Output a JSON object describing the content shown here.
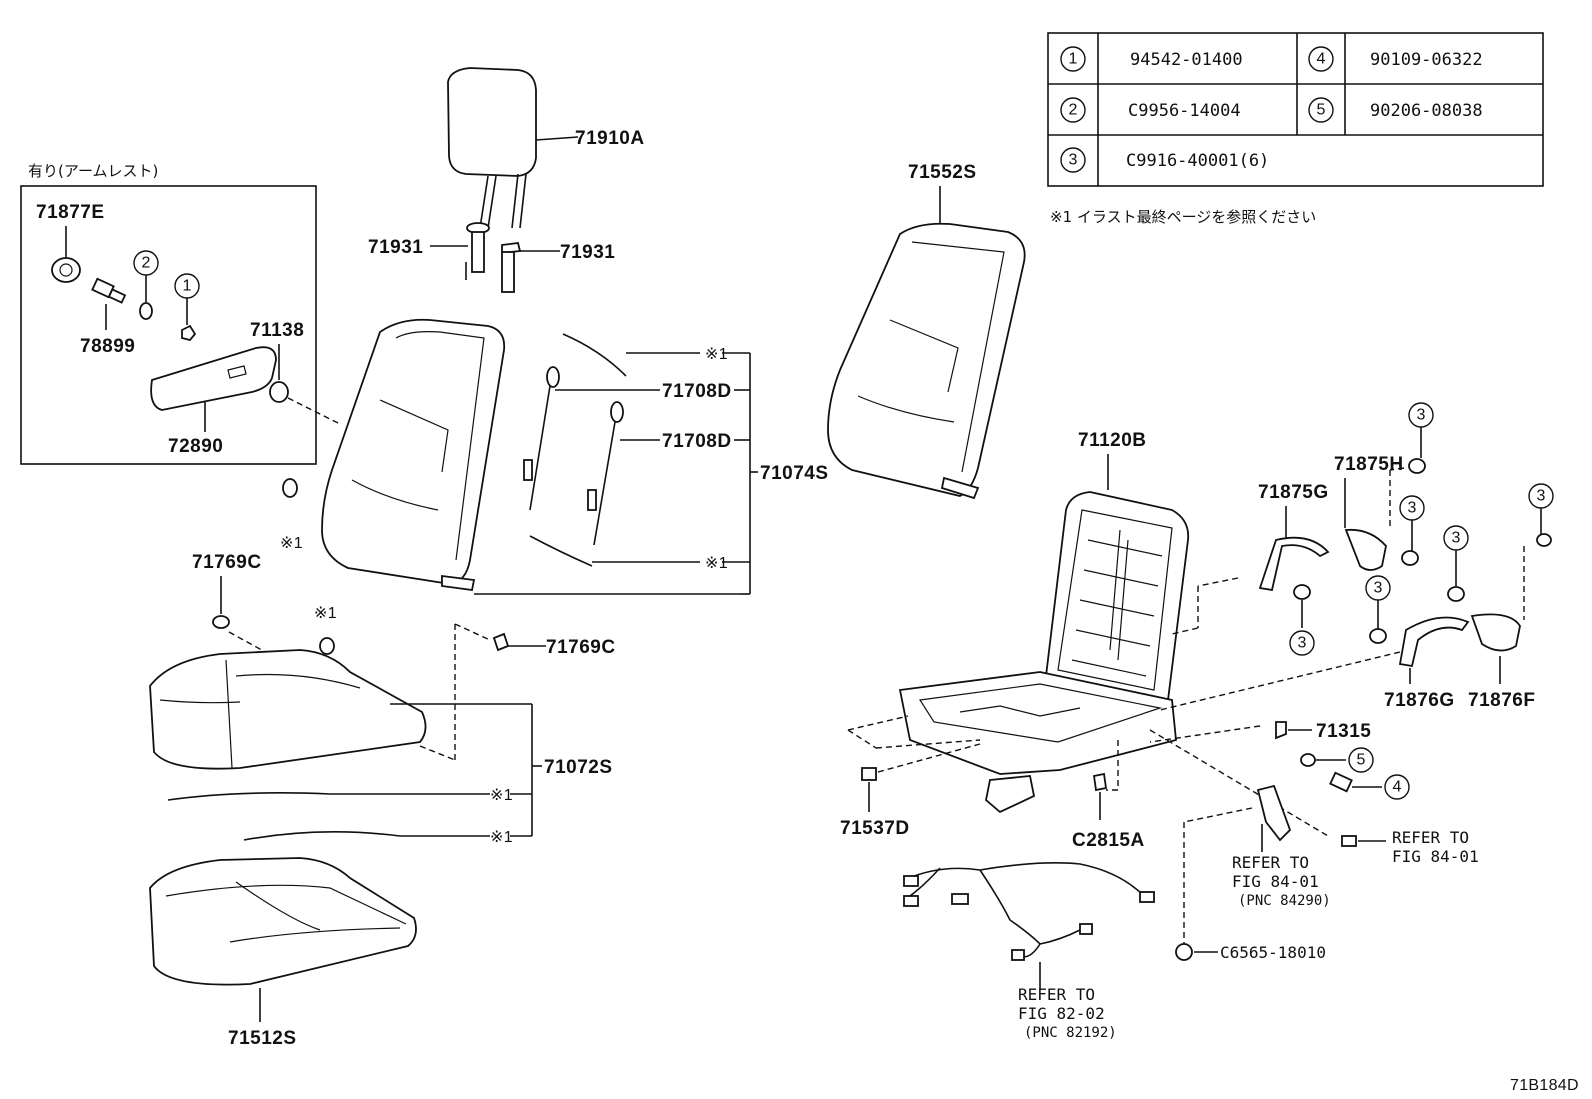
{
  "legend": {
    "rows": [
      {
        "num": "1",
        "part": "94542-01400"
      },
      {
        "num": "2",
        "part": "C9956-14004"
      },
      {
        "num": "3",
        "part": "C9916-40001(6)"
      },
      {
        "num": "4",
        "part": "90109-06322"
      },
      {
        "num": "5",
        "part": "90206-08038"
      }
    ],
    "note": "※1 イラスト最終ページを参照ください"
  },
  "armrest_box": {
    "title": "有り(アームレスト)"
  },
  "labels": {
    "p71910A": "71910A",
    "p71931a": "71931",
    "p71931b": "71931",
    "p71877E": "71877E",
    "p78899": "78899",
    "p71138": "71138",
    "p72890": "72890",
    "p71552S": "71552S",
    "p71708Da": "71708D",
    "p71708Db": "71708D",
    "p71074S": "71074S",
    "p71769Ca": "71769C",
    "p71769Cb": "71769C",
    "p71072S": "71072S",
    "p71512S": "71512S",
    "p71120B": "71120B",
    "p71875H": "71875H",
    "p71875G": "71875G",
    "p71876G": "71876G",
    "p71876F": "71876F",
    "p71315": "71315",
    "p71537D": "71537D",
    "pC2815A": "C2815A",
    "pC6565": "C6565-18010",
    "mark1": "※1",
    "ref_line1": "REFER TO",
    "ref_fig8401": "FIG 84-01",
    "ref_fig8202": "FIG 82-02",
    "pnc84290": "(PNC 84290)",
    "pnc82192": "(PNC 82192)"
  },
  "callouts": {
    "c1": "1",
    "c2": "2",
    "c3": "3",
    "c4": "4",
    "c5": "5"
  },
  "footer_code": "71B184D"
}
